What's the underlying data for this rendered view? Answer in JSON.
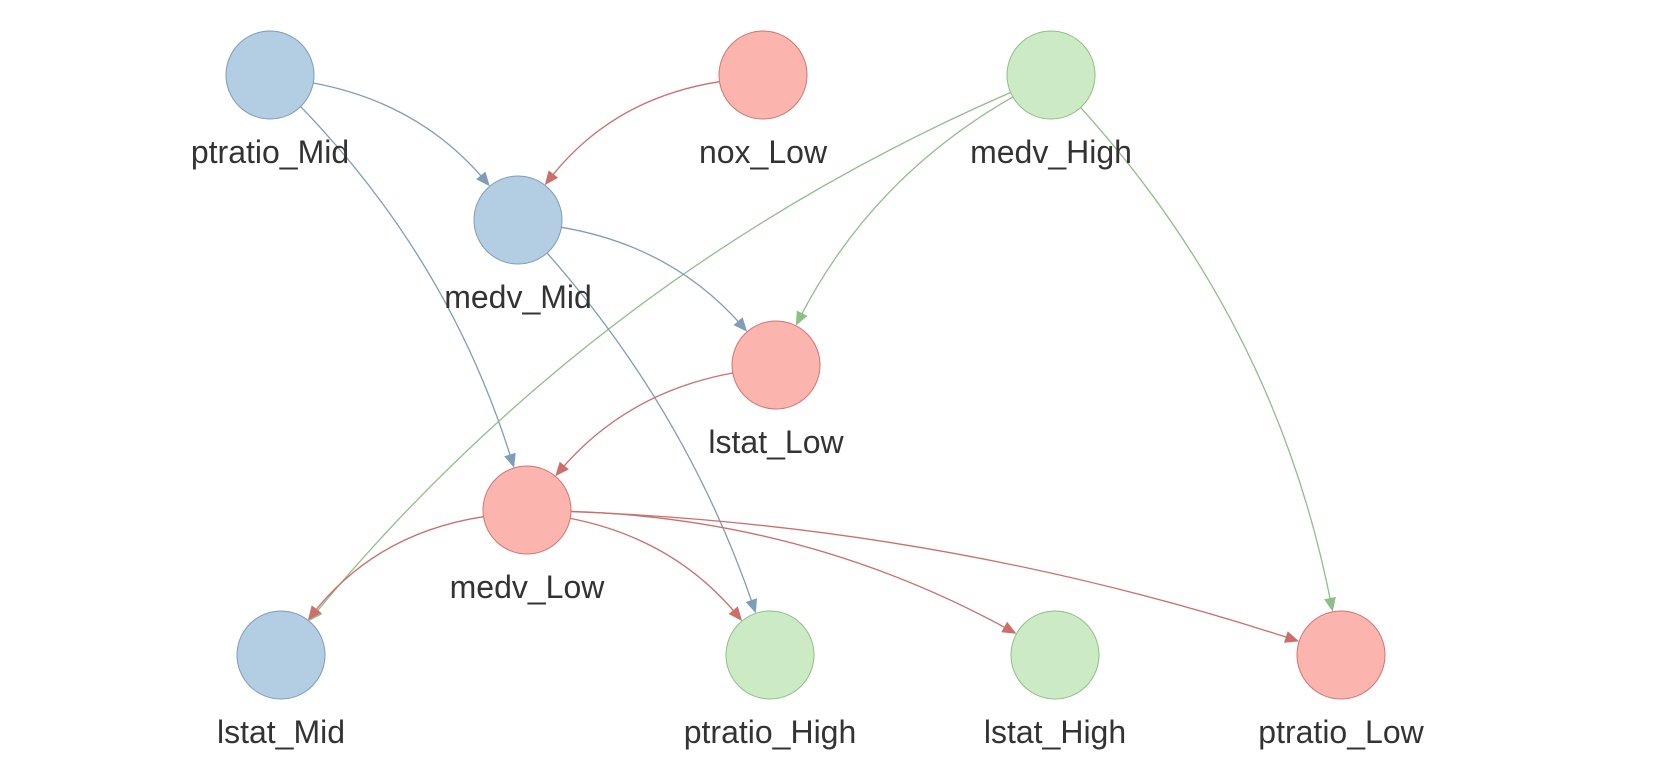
{
  "colors": {
    "blue": {
      "fill": "#b3cde3",
      "stroke": "#7f9db9"
    },
    "red": {
      "fill": "#fbb4ae",
      "stroke": "#d07670"
    },
    "green": {
      "fill": "#ccebc5",
      "stroke": "#8fbf88"
    },
    "edge_blue": "#7f9db9",
    "edge_red": "#cc6f6a",
    "edge_green": "#8fbf88"
  },
  "nodes": [
    {
      "id": "ptratio_Mid",
      "label": "ptratio_Mid",
      "group": "blue"
    },
    {
      "id": "nox_Low",
      "label": "nox_Low",
      "group": "red"
    },
    {
      "id": "medv_High",
      "label": "medv_High",
      "group": "green"
    },
    {
      "id": "medv_Mid",
      "label": "medv_Mid",
      "group": "blue"
    },
    {
      "id": "lstat_Low",
      "label": "lstat_Low",
      "group": "red"
    },
    {
      "id": "medv_Low",
      "label": "medv_Low",
      "group": "red"
    },
    {
      "id": "lstat_Mid",
      "label": "lstat_Mid",
      "group": "blue"
    },
    {
      "id": "ptratio_High",
      "label": "ptratio_High",
      "group": "green"
    },
    {
      "id": "lstat_High",
      "label": "lstat_High",
      "group": "green"
    },
    {
      "id": "ptratio_Low",
      "label": "ptratio_Low",
      "group": "red"
    }
  ],
  "edges": [
    {
      "from": "ptratio_Mid",
      "to": "medv_Mid",
      "color": "blue"
    },
    {
      "from": "ptratio_Mid",
      "to": "medv_Low",
      "color": "blue"
    },
    {
      "from": "nox_Low",
      "to": "medv_Mid",
      "color": "red"
    },
    {
      "from": "medv_High",
      "to": "lstat_Mid",
      "color": "green"
    },
    {
      "from": "medv_High",
      "to": "lstat_Low",
      "color": "green"
    },
    {
      "from": "medv_High",
      "to": "ptratio_Low",
      "color": "green"
    },
    {
      "from": "medv_Mid",
      "to": "lstat_Low",
      "color": "blue"
    },
    {
      "from": "medv_Mid",
      "to": "ptratio_High",
      "color": "blue"
    },
    {
      "from": "lstat_Low",
      "to": "medv_Low",
      "color": "red"
    },
    {
      "from": "medv_Low",
      "to": "lstat_Mid",
      "color": "red"
    },
    {
      "from": "medv_Low",
      "to": "ptratio_High",
      "color": "red"
    },
    {
      "from": "medv_Low",
      "to": "lstat_High",
      "color": "red"
    },
    {
      "from": "medv_Low",
      "to": "ptratio_Low",
      "color": "red"
    }
  ]
}
